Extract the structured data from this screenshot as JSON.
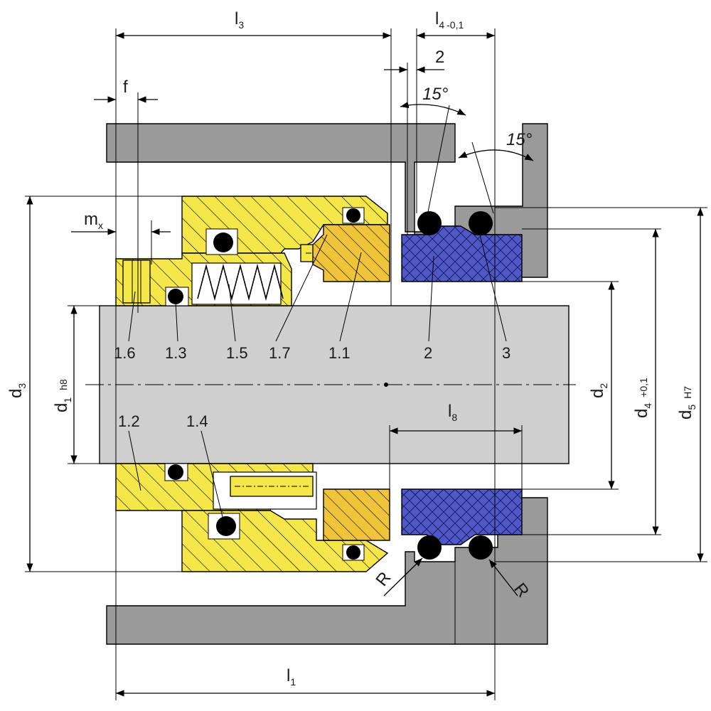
{
  "dimensions": {
    "l3": {
      "main": "l",
      "sub": "3"
    },
    "l4": {
      "main": "l",
      "sub": "4",
      "tol": "-0,1"
    },
    "two": "2",
    "angle_top": "15°",
    "angle_right": "15°",
    "f": "f",
    "mx": {
      "main": "m",
      "sub": "x"
    },
    "d3": {
      "main": "d",
      "sub": "3"
    },
    "d1": {
      "main": "d",
      "sub": "1",
      "fit": "h8"
    },
    "d2": {
      "main": "d",
      "sub": "2"
    },
    "d4": {
      "main": "d",
      "sub": "4",
      "tol": "+0,1"
    },
    "d5": {
      "main": "d",
      "sub": "5",
      "fit": "H7"
    },
    "l8": {
      "main": "l",
      "sub": "8"
    },
    "l1": {
      "main": "l",
      "sub": "1"
    },
    "radius_left": "R",
    "radius_right": "R"
  },
  "part_labels": {
    "p1_6": "1.6",
    "p1_3": "1.3",
    "p1_5": "1.5",
    "p1_7": "1.7",
    "p1_1": "1.1",
    "p2": "2",
    "p3": "3",
    "p1_2": "1.2",
    "p1_4": "1.4"
  },
  "colors": {
    "housing": "#9a9a9a",
    "shaft": "#cfcfcf",
    "rotating_parts": "#f5e64a",
    "seat_block": "#f0c43a",
    "stationary_seat": "#4f58c8",
    "oring": "#000000"
  }
}
